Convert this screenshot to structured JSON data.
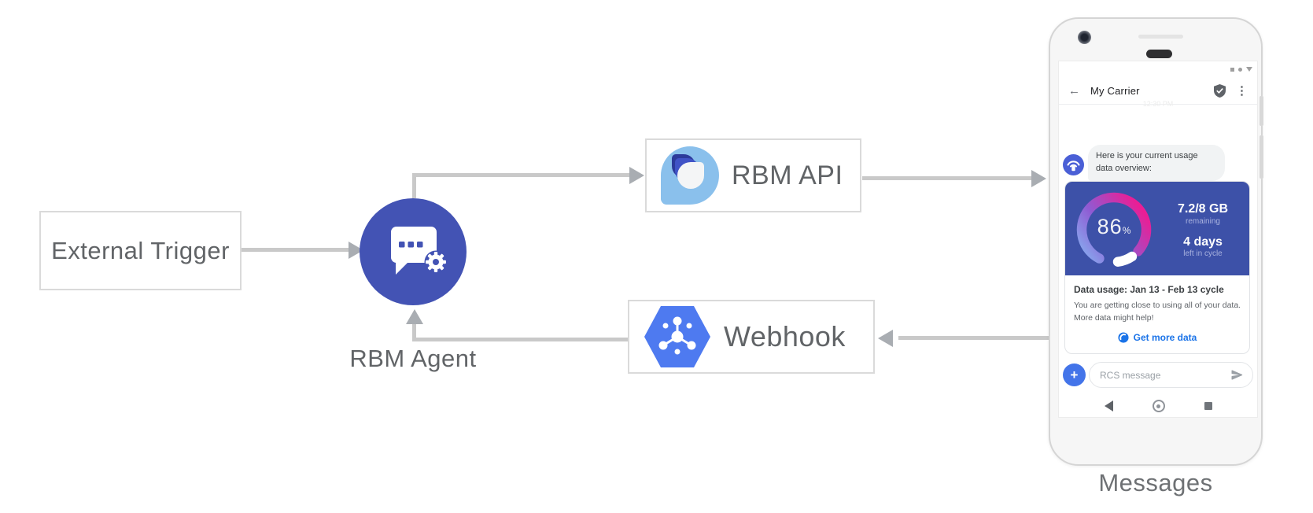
{
  "diagram": {
    "nodes": {
      "external_trigger": "External Trigger",
      "rbm_agent": "RBM Agent",
      "rbm_api": "RBM API",
      "webhook": "Webhook"
    },
    "caption": "Messages"
  },
  "phone": {
    "status_bar": {
      "icons": [
        "square",
        "dot",
        "triangle-down"
      ]
    },
    "header": {
      "back_glyph": "←",
      "title": "My Carrier",
      "verified_icon": "shield-check-icon",
      "menu_glyph": "⋮"
    },
    "timestamp": "12:30 PM",
    "conversation": {
      "bubble": {
        "line1": "Here is your current usage",
        "line2": "data overview:"
      },
      "usage_card": {
        "gauge": {
          "percent": "86",
          "unit": "%"
        },
        "stat_primary": {
          "value": "7.2/8 GB",
          "label": "remaining"
        },
        "stat_secondary": {
          "value": "4 days",
          "label": "left in cycle"
        },
        "title": "Data usage: Jan 13 - Feb 13 cycle",
        "body_line1": "You are getting close to using all of your data.",
        "body_line2": "More data might help!",
        "action_label": "Get more data"
      }
    },
    "compose": {
      "plus_glyph": "+",
      "placeholder": "RCS message"
    }
  },
  "colors": {
    "agent_circle": "#4353B4",
    "card_media": "#3D51A8",
    "gauge_gradient": [
      "#87ACEF",
      "#8F5BD3",
      "#EA1E95"
    ],
    "gauge_remaining": "#FFFFFF",
    "avatar_blue": "#4A5FD6",
    "plus_button_blue": "#4374E9",
    "webhook_hexagon_blue": "#4E7AF0",
    "rbm_logo_light_blue": "#8AC0EC",
    "link_blue": "#1A73E8",
    "arrow_gray": "#C9C9C9"
  }
}
